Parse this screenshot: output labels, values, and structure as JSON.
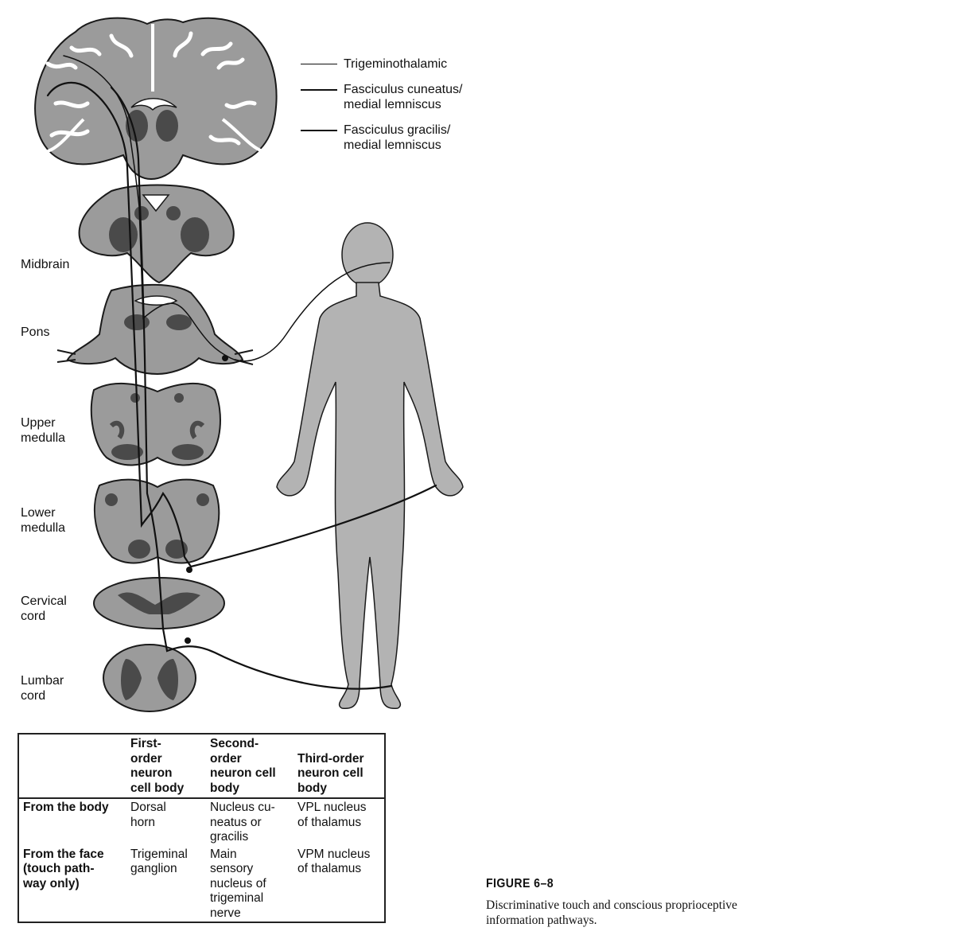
{
  "legend": [
    {
      "label": "Trigeminothalamic",
      "style": "thin"
    },
    {
      "label": "Fasciculus cuneatus/\nmedial lemniscus",
      "style": "thick"
    },
    {
      "label": "Fasciculus gracilis/\nmedial lemniscus",
      "style": "thick"
    }
  ],
  "levels": [
    {
      "label": "Midbrain"
    },
    {
      "label": "Pons"
    },
    {
      "label": "Upper\nmedulla"
    },
    {
      "label": "Lower\nmedulla"
    },
    {
      "label": "Cervical\ncord"
    },
    {
      "label": "Lumbar\ncord"
    }
  ],
  "table": {
    "headers": [
      "",
      "First-\norder\nneuron\ncell body",
      "Second-\norder\nneuron cell\nbody",
      "Third-order\nneuron cell\nbody"
    ],
    "rows": [
      [
        "From the body",
        "Dorsal\nhorn",
        "Nucleus cu-\nneatus or\ngracilis",
        "VPL nucleus\nof thalamus"
      ],
      [
        "From the face\n(touch path-\nway only)",
        "Trigeminal\nganglion",
        "Main\nsensory\nnucleus of\ntrigeminal\nnerve",
        "VPM nucleus\nof thalamus"
      ]
    ]
  },
  "figure": {
    "label": "FIGURE 6–8",
    "caption": "Discriminative touch and conscious proprioceptive\ninformation pathways."
  },
  "colors": {
    "tissue": "#9b9b9b",
    "gray_matter": "#4a4a4a",
    "body": "#b3b3b3",
    "outline": "#1a1a1a"
  }
}
